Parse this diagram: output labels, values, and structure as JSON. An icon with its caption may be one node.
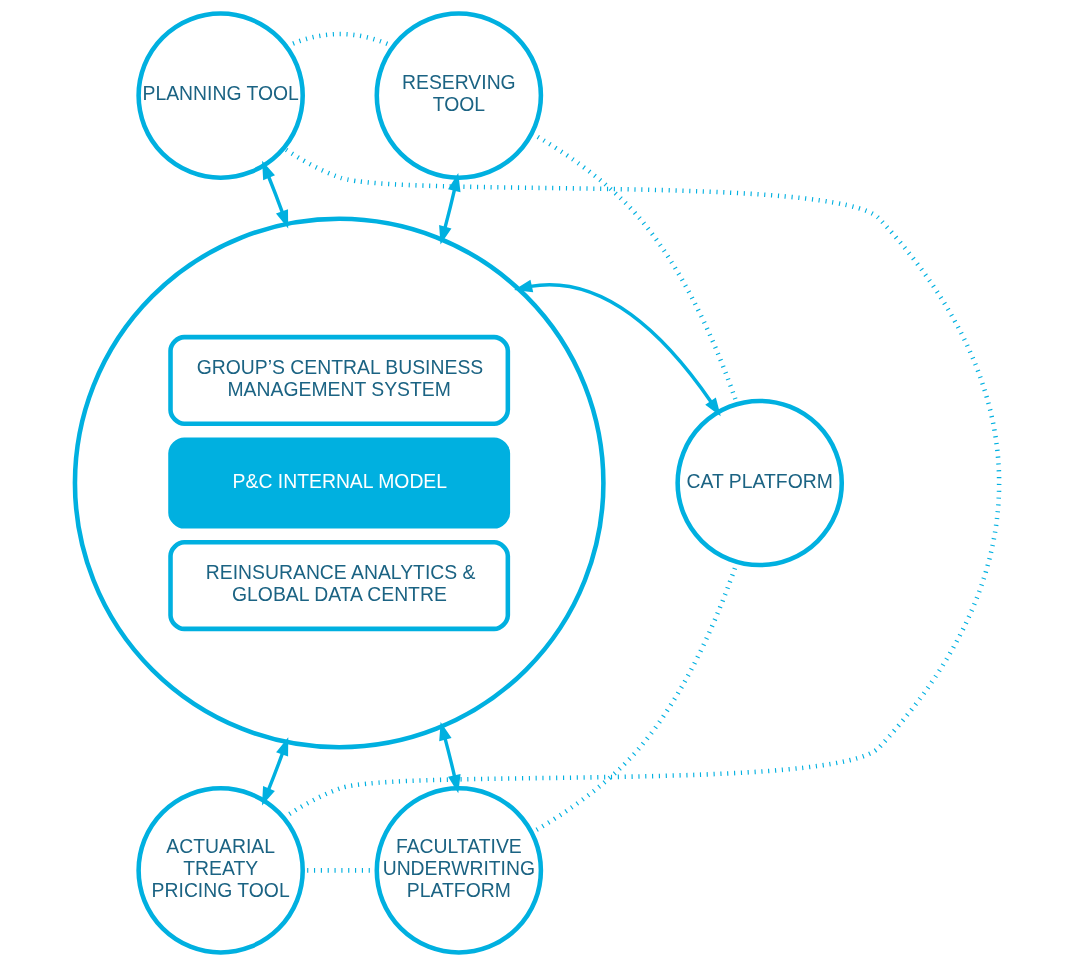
{
  "diagram": {
    "nodes": [
      {
        "text": [
          "PLANNING TOOL"
        ]
      },
      {
        "text": [
          "RESERVING TOOL"
        ]
      },
      {
        "text": [],
        "shape": "circle"
      },
      {
        "text": [
          "GROUP’S CENTRAL BUSINESS MANAGEMENT SYSTEM"
        ],
        "in": 2
      },
      {
        "text": [
          "P&C INTERNAL MODEL"
        ],
        "in": 2
      },
      {
        "text": [
          "REINSURANCE ANALYTICS & GLOBAL DATA CENTRE"
        ],
        "in": 2
      },
      {
        "text": [
          "CAT PLATFORM"
        ]
      },
      {
        "text": [
          "ACTUARIAL TREATY PRICING TOOL"
        ]
      },
      {
        "text": [
          "FACULTATIVE UNDERWRITING PLATFORM"
        ]
      }
    ],
    "edges": [
      {
        "from": 0,
        "to": 2,
        "arrow": "both"
      },
      {
        "from": 1,
        "to": 2,
        "arrow": "both"
      },
      {
        "from": 6,
        "to": 2,
        "arrow": "both"
      },
      {
        "from": 7,
        "to": 2,
        "arrow": "both"
      },
      {
        "from": 8,
        "to": 2,
        "arrow": "both"
      },
      {
        "from": 0,
        "to": 1,
        "arrow": "none",
        "style": "dashed"
      },
      {
        "from": 1,
        "to": 6,
        "arrow": "none",
        "style": "dashed"
      },
      {
        "from": 6,
        "to": 8,
        "arrow": "none",
        "style": "dashed"
      },
      {
        "from": 8,
        "to": 7,
        "arrow": "none",
        "style": "dashed"
      },
      {
        "from": 7,
        "to": 0,
        "arrow": "none",
        "style": "dashed"
      }
    ]
  }
}
